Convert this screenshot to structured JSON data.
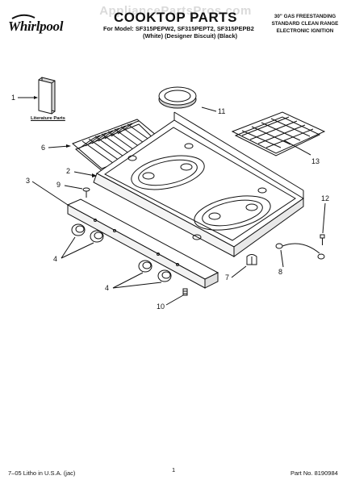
{
  "watermark": "AppliancePartsPros.com",
  "header": {
    "brand": "Whirlpool",
    "title": "COOKTOP PARTS",
    "model_line": "For Model: SF315PEPW2, SF315PEPT2, SF315PEPB2",
    "variant_line": "(White)   (Designer Biscuit)   (Black)",
    "range_info": [
      "30\" GAS FREESTANDING",
      "STANDARD CLEAN RANGE",
      "ELECTRONIC IGNITION"
    ]
  },
  "labels": {
    "literature_parts": "Literature Parts"
  },
  "callouts": {
    "c1": "1",
    "c2": "2",
    "c3": "3",
    "c4a": "4",
    "c4b": "4",
    "c6": "6",
    "c7": "7",
    "c8": "8",
    "c9": "9",
    "c10": "10",
    "c11": "11",
    "c12": "12",
    "c13": "13"
  },
  "footer": {
    "litho": "7–05 Litho in U.S.A. (jac)",
    "page": "1",
    "part_no": "Part No. 8190984"
  },
  "colors": {
    "ink": "#111111",
    "watermark": "#969696"
  }
}
